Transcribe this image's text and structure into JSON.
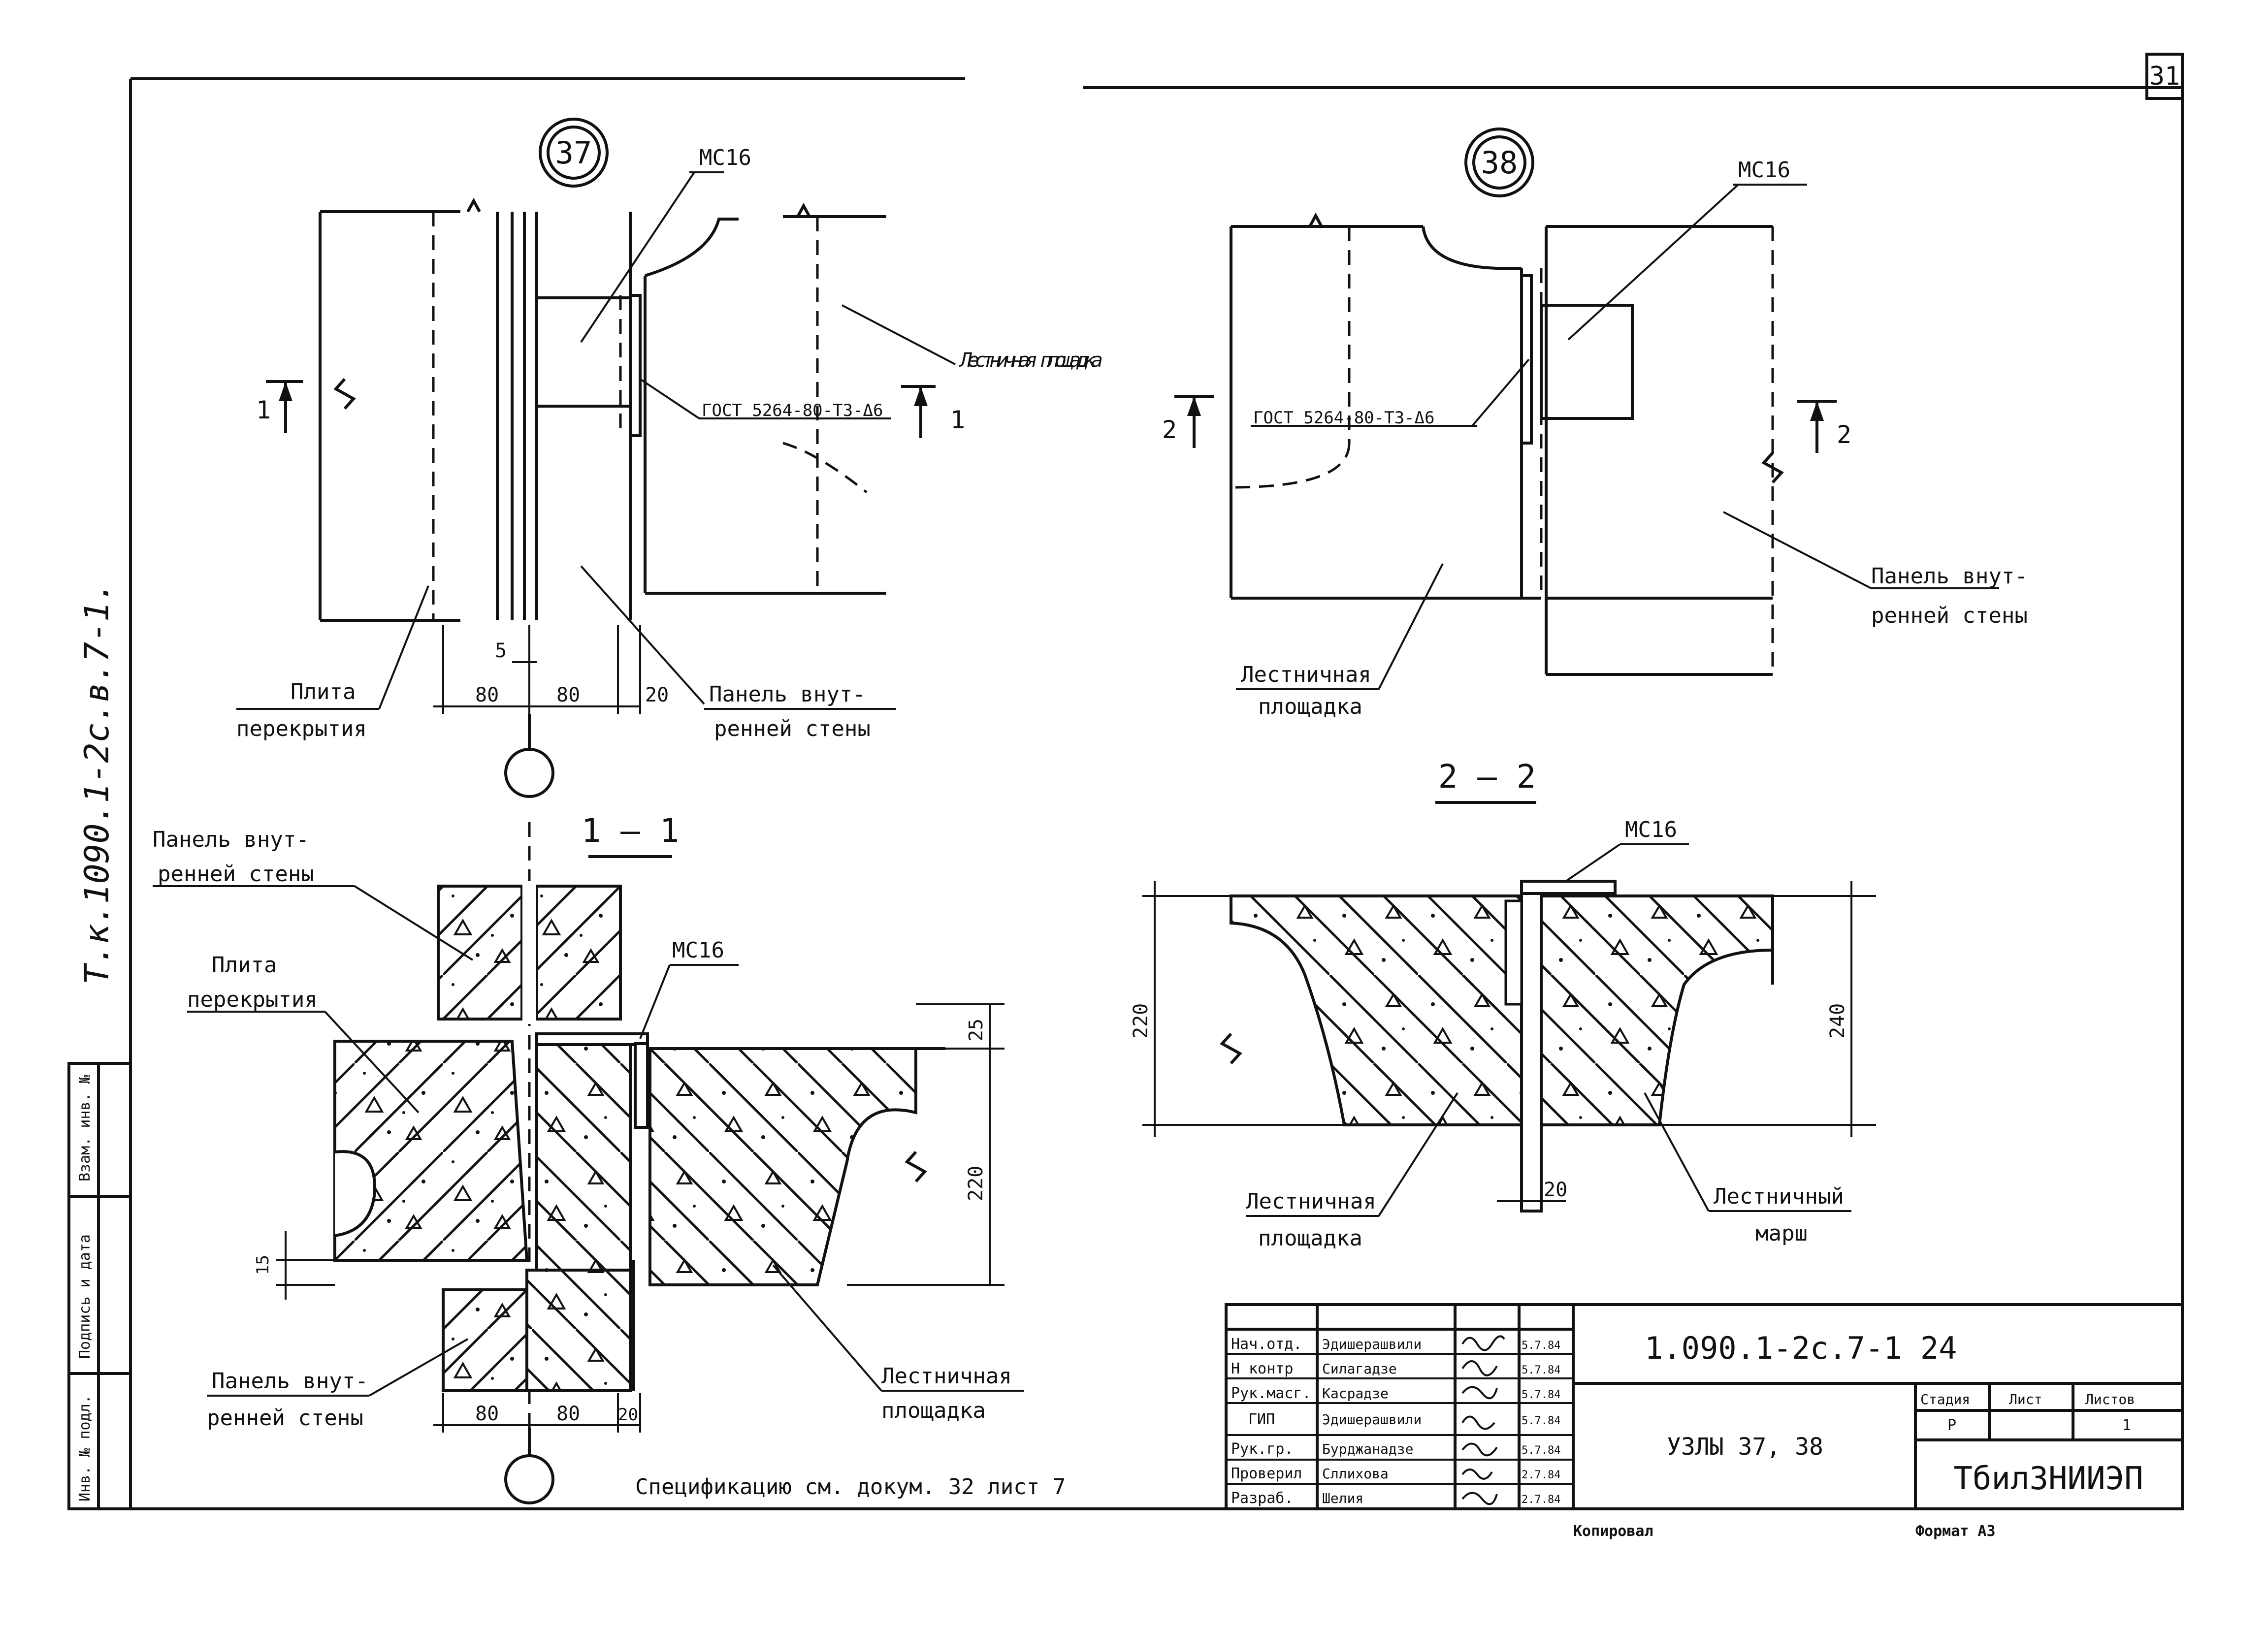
{
  "sheet": {
    "page_number": "31",
    "side_stamp": "Т.к.1090.1-2с.в.7-1.",
    "spec_note": "Спецификацию см. докум. 32 лист 7",
    "copied": "Копировал",
    "format": "Формат А3"
  },
  "node37": {
    "marker": "37",
    "weld_label": "МС16",
    "gost": "ГОСТ 5264-80-Т3-Δ6",
    "section_mark": "1",
    "landing": "Лестничная площадка",
    "slab_l1": "Плита",
    "slab_l2": "перекрытия",
    "panel_l1": "Панель внут-",
    "panel_l2": "ренней стены",
    "dim_5": "5",
    "dim_80a": "80",
    "dim_80b": "80",
    "dim_20": "20"
  },
  "node38": {
    "marker": "38",
    "weld_label": "МС16",
    "gost": "ГОСТ 5264-80-Т3-Δ6",
    "section_mark": "2",
    "landing_l1": "Лестничная",
    "landing_l2": "площадка",
    "panel_l1": "Панель внут-",
    "panel_l2": "ренней стены"
  },
  "section11": {
    "title": "1 – 1",
    "panel_top_l1": "Панель внут-",
    "panel_top_l2": "ренней стены",
    "slab_l1": "Плита",
    "slab_l2": "перекрытия",
    "weld_label": "МС16",
    "panel_bot_l1": "Панель внут-",
    "panel_bot_l2": "ренней стены",
    "landing_l1": "Лестничная",
    "landing_l2": "площадка",
    "dim_25": "25",
    "dim_220": "220",
    "dim_15": "15",
    "dim_80a": "80",
    "dim_80b": "80",
    "dim_20": "20"
  },
  "section22": {
    "title": "2 – 2",
    "weld_label": "МС16",
    "dim_220": "220",
    "dim_240": "240",
    "dim_20": "20",
    "landing_l1": "Лестничная",
    "landing_l2": "площадка",
    "march_l1": "Лестничный",
    "march_l2": "марш"
  },
  "title_block": {
    "doc_code": "1.090.1-2с.7-1   24",
    "title": "УЗЛЫ 37, 38",
    "org": "ТбилЗНИИЭП",
    "stage_h": "Стадия",
    "sheet_h": "Лист",
    "sheets_h": "Листов",
    "stage": "Р",
    "sheet": "",
    "sheets": "1",
    "roles": [
      {
        "role": "Нач.отд.",
        "name": "Эдишерашвили",
        "date": "5.7.84"
      },
      {
        "role": "Н контр",
        "name": "Силагадзе",
        "date": "5.7.84"
      },
      {
        "role": "Рук.масг.",
        "name": "Касрадзе",
        "date": "5.7.84"
      },
      {
        "role": "ГИП",
        "name": "Эдишерашвили",
        "date": "5.7.84"
      },
      {
        "role": "Рук.гр.",
        "name": "Бурджанадзе",
        "date": "5.7.84"
      },
      {
        "role": "Проверил",
        "name": "Сллихова",
        "date": "2.7.84"
      },
      {
        "role": "Разраб.",
        "name": "Шелия",
        "date": "2.7.84"
      }
    ],
    "left_strip": [
      "Инв. № подл.",
      "Подпись и дата",
      "Взам. инв. №"
    ]
  }
}
